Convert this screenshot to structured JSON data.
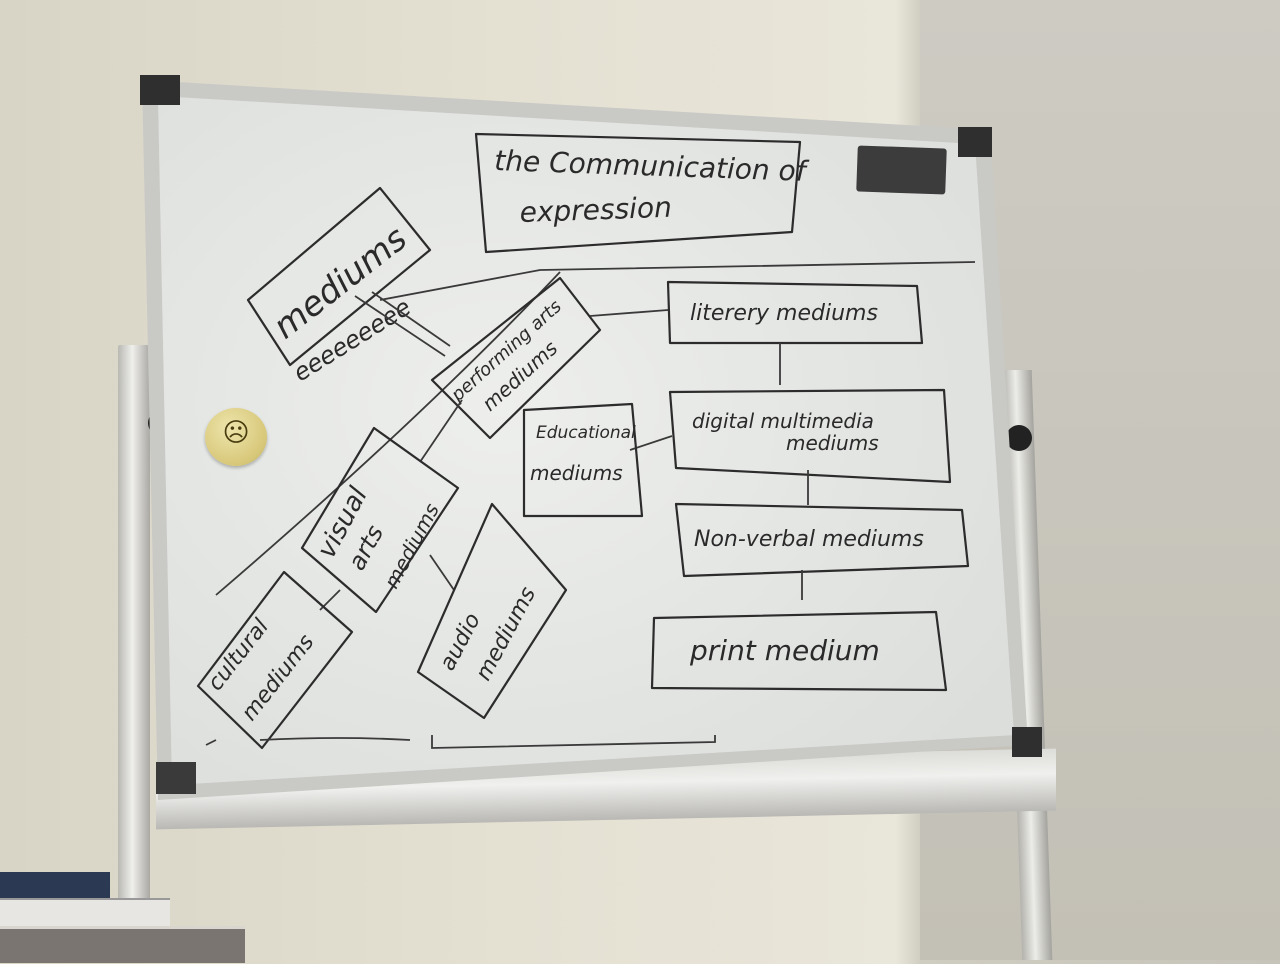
{
  "whiteboard": {
    "title_line1": "the Communication of",
    "title_line2": "expression",
    "mediums_label": "mediums",
    "mediums_squiggle": "eeeeeeeee",
    "performing_line1": "performing arts",
    "performing_line2": "mediums",
    "visual_line1": "visual",
    "visual_line2": "arts",
    "visual_line3": "mediums",
    "cultural_line1": "cultural",
    "cultural_line2": "mediums",
    "audio_line1": "audio",
    "audio_line2": "mediums",
    "educational_line1": "Educational",
    "educational_line2": "mediums",
    "literary": "literery mediums",
    "digital_line1": "digital  multimedia",
    "digital_line2": "mediums",
    "nonverbal": "Non-verbal mediums",
    "print": "print medium"
  }
}
